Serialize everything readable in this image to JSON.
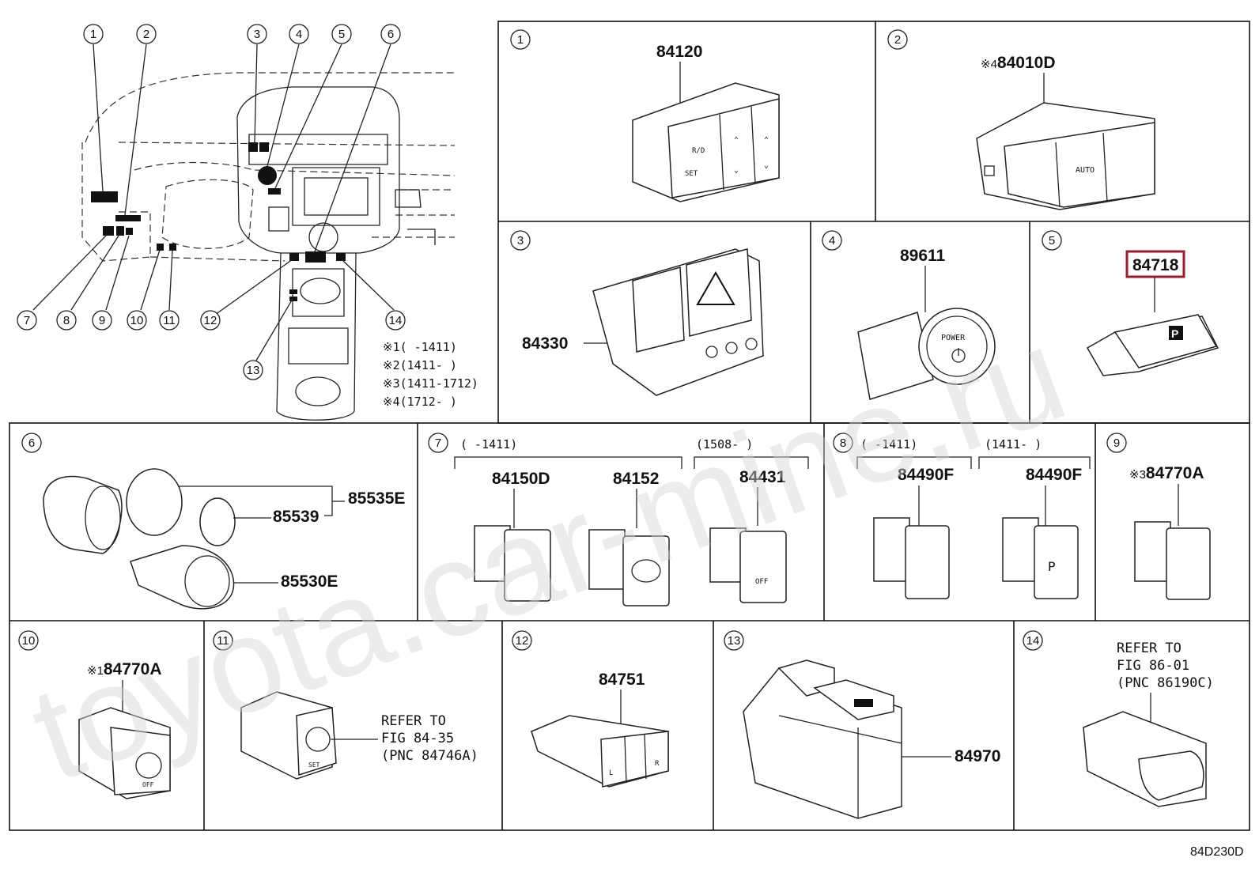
{
  "watermark": "toyota.car-mine.ru",
  "diagram_code": "84D230D",
  "highlight_color": "#a0182e",
  "overview": {
    "callouts": [
      "1",
      "2",
      "3",
      "4",
      "5",
      "6",
      "7",
      "8",
      "9",
      "10",
      "11",
      "12",
      "13",
      "14"
    ],
    "notes": [
      {
        "mark": "※1",
        "range": "(        -1411)"
      },
      {
        "mark": "※2",
        "range": "(1411-      )"
      },
      {
        "mark": "※3",
        "range": "(1411-1712)"
      },
      {
        "mark": "※4",
        "range": "(1712-      )"
      }
    ]
  },
  "panels": [
    {
      "num": "1",
      "parts": [
        "84120"
      ]
    },
    {
      "num": "2",
      "prefix": "※4",
      "parts": [
        "84010D"
      ]
    },
    {
      "num": "3",
      "parts": [
        "84330"
      ]
    },
    {
      "num": "4",
      "parts": [
        "89611"
      ]
    },
    {
      "num": "5",
      "parts": [
        "84718"
      ],
      "highlighted": "84718"
    },
    {
      "num": "6",
      "parts": [
        "85535E",
        "85539",
        "85530E"
      ]
    },
    {
      "num": "7",
      "groups": [
        "(        -1411)",
        "(1508-      )"
      ],
      "parts": [
        "84150D",
        "84152",
        "84431"
      ]
    },
    {
      "num": "8",
      "groups": [
        "(        -1411)",
        "(1411-      )"
      ],
      "parts": [
        "84490F",
        "84490F"
      ]
    },
    {
      "num": "9",
      "prefix": "※3",
      "parts": [
        "84770A"
      ]
    },
    {
      "num": "10",
      "prefix": "※1",
      "parts": [
        "84770A"
      ]
    },
    {
      "num": "11",
      "refer": [
        "REFER TO",
        "FIG 84-35",
        "(PNC 84746A)"
      ]
    },
    {
      "num": "12",
      "parts": [
        "84751"
      ]
    },
    {
      "num": "13",
      "parts": [
        "84970"
      ]
    },
    {
      "num": "14",
      "refer": [
        "REFER TO",
        "FIG 86-01",
        "(PNC 86190C)"
      ]
    }
  ],
  "labels": {
    "power": "POWER",
    "set": "SET",
    "off": "OFF",
    "auto": "AUTO",
    "p": "P",
    "l": "L",
    "r": "R"
  }
}
